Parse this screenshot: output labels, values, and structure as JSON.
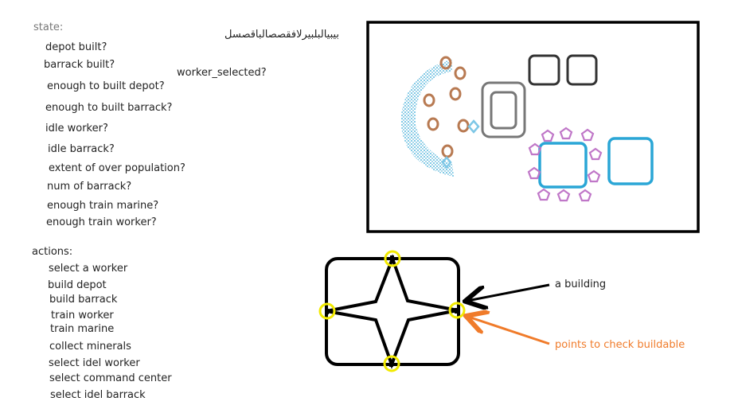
{
  "state": {
    "heading": "state:",
    "items": [
      "depot built?",
      "barrack built?",
      "enough to built depot?",
      "enough to built barrack?",
      "idle worker?",
      "idle barrack?",
      "extent of over population?",
      "num of barrack?",
      "enough train marine?",
      "enough train worker?"
    ]
  },
  "actions": {
    "heading": "actions:",
    "items": [
      "select a worker",
      "build depot",
      "build barrack",
      "train worker",
      "train marine",
      "collect minerals",
      "select idel worker",
      "select command center",
      "select idel barrack"
    ]
  },
  "scribble_text": "بيبيالبلبيرلافقصصالباقصسل",
  "worker_selected_label": "worker_selected?",
  "building_diagram": {
    "building_label": "a building",
    "points_label": "points to check buildable"
  },
  "colors": {
    "mineral_field": "#2aa6d6",
    "minerals": "#b87a52",
    "depot_outline": "#333333",
    "command_center": "#777777",
    "barrack_blue": "#2aa6d6",
    "worker_purple": "#c077c8",
    "check_point": "#f2ea00",
    "orange_arrow": "#f07b2a"
  },
  "icons": [
    "mineral-ring-icon",
    "depot-icon",
    "command-center-icon",
    "barrack-icon",
    "worker-pentagon-icon",
    "arrow-icon"
  ]
}
